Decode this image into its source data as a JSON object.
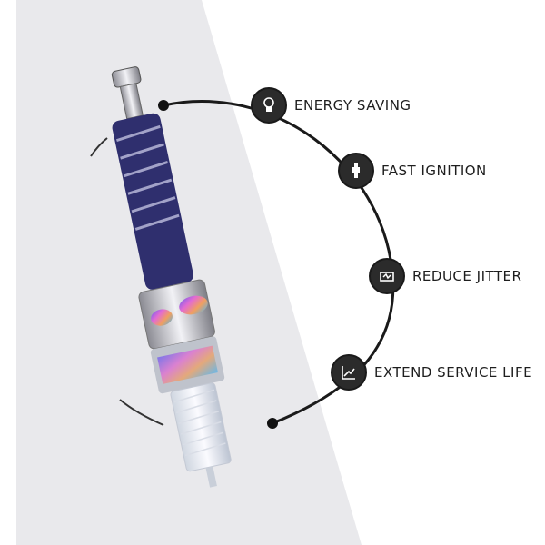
{
  "features": [
    {
      "label": "ENERGY SAVING",
      "icon": "energy-bulb-icon"
    },
    {
      "label": "FAST IGNITION",
      "icon": "spark-plug-icon"
    },
    {
      "label": "REDUCE JITTER",
      "icon": "engine-icon"
    },
    {
      "label": "EXTEND SERVICE LIFE",
      "icon": "growth-chart-icon"
    }
  ],
  "colors": {
    "background": "#ffffff",
    "panel_gray": "#e8e8ea",
    "arc": "#1a1a1a",
    "plug_blue": "#2f2f6e",
    "chrome": "#c9c9cf"
  }
}
